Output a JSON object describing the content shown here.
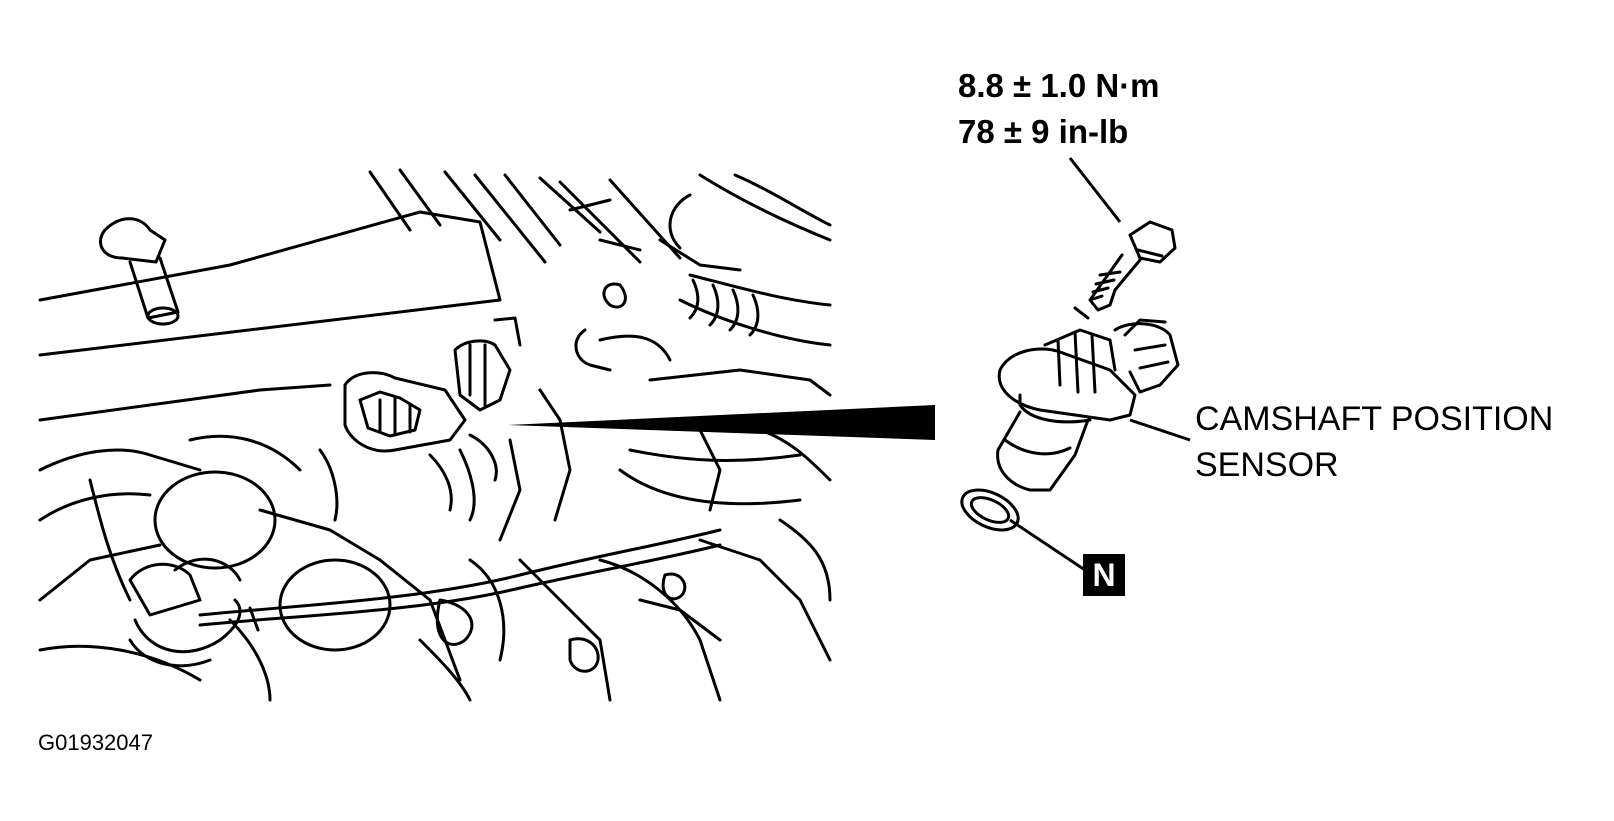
{
  "torque": {
    "metric": "8.8 ± 1.0 N·m",
    "imperial": "78 ± 9 in-lb"
  },
  "part_label": {
    "line1": "CAMSHAFT POSITION",
    "line2": "SENSOR"
  },
  "seal_badge": "N",
  "figure_id": "G01932047",
  "colors": {
    "ink": "#000000",
    "paper": "#ffffff"
  },
  "icons": [
    "engine-illustration",
    "bolt-icon",
    "sensor-icon",
    "o-ring-icon"
  ]
}
